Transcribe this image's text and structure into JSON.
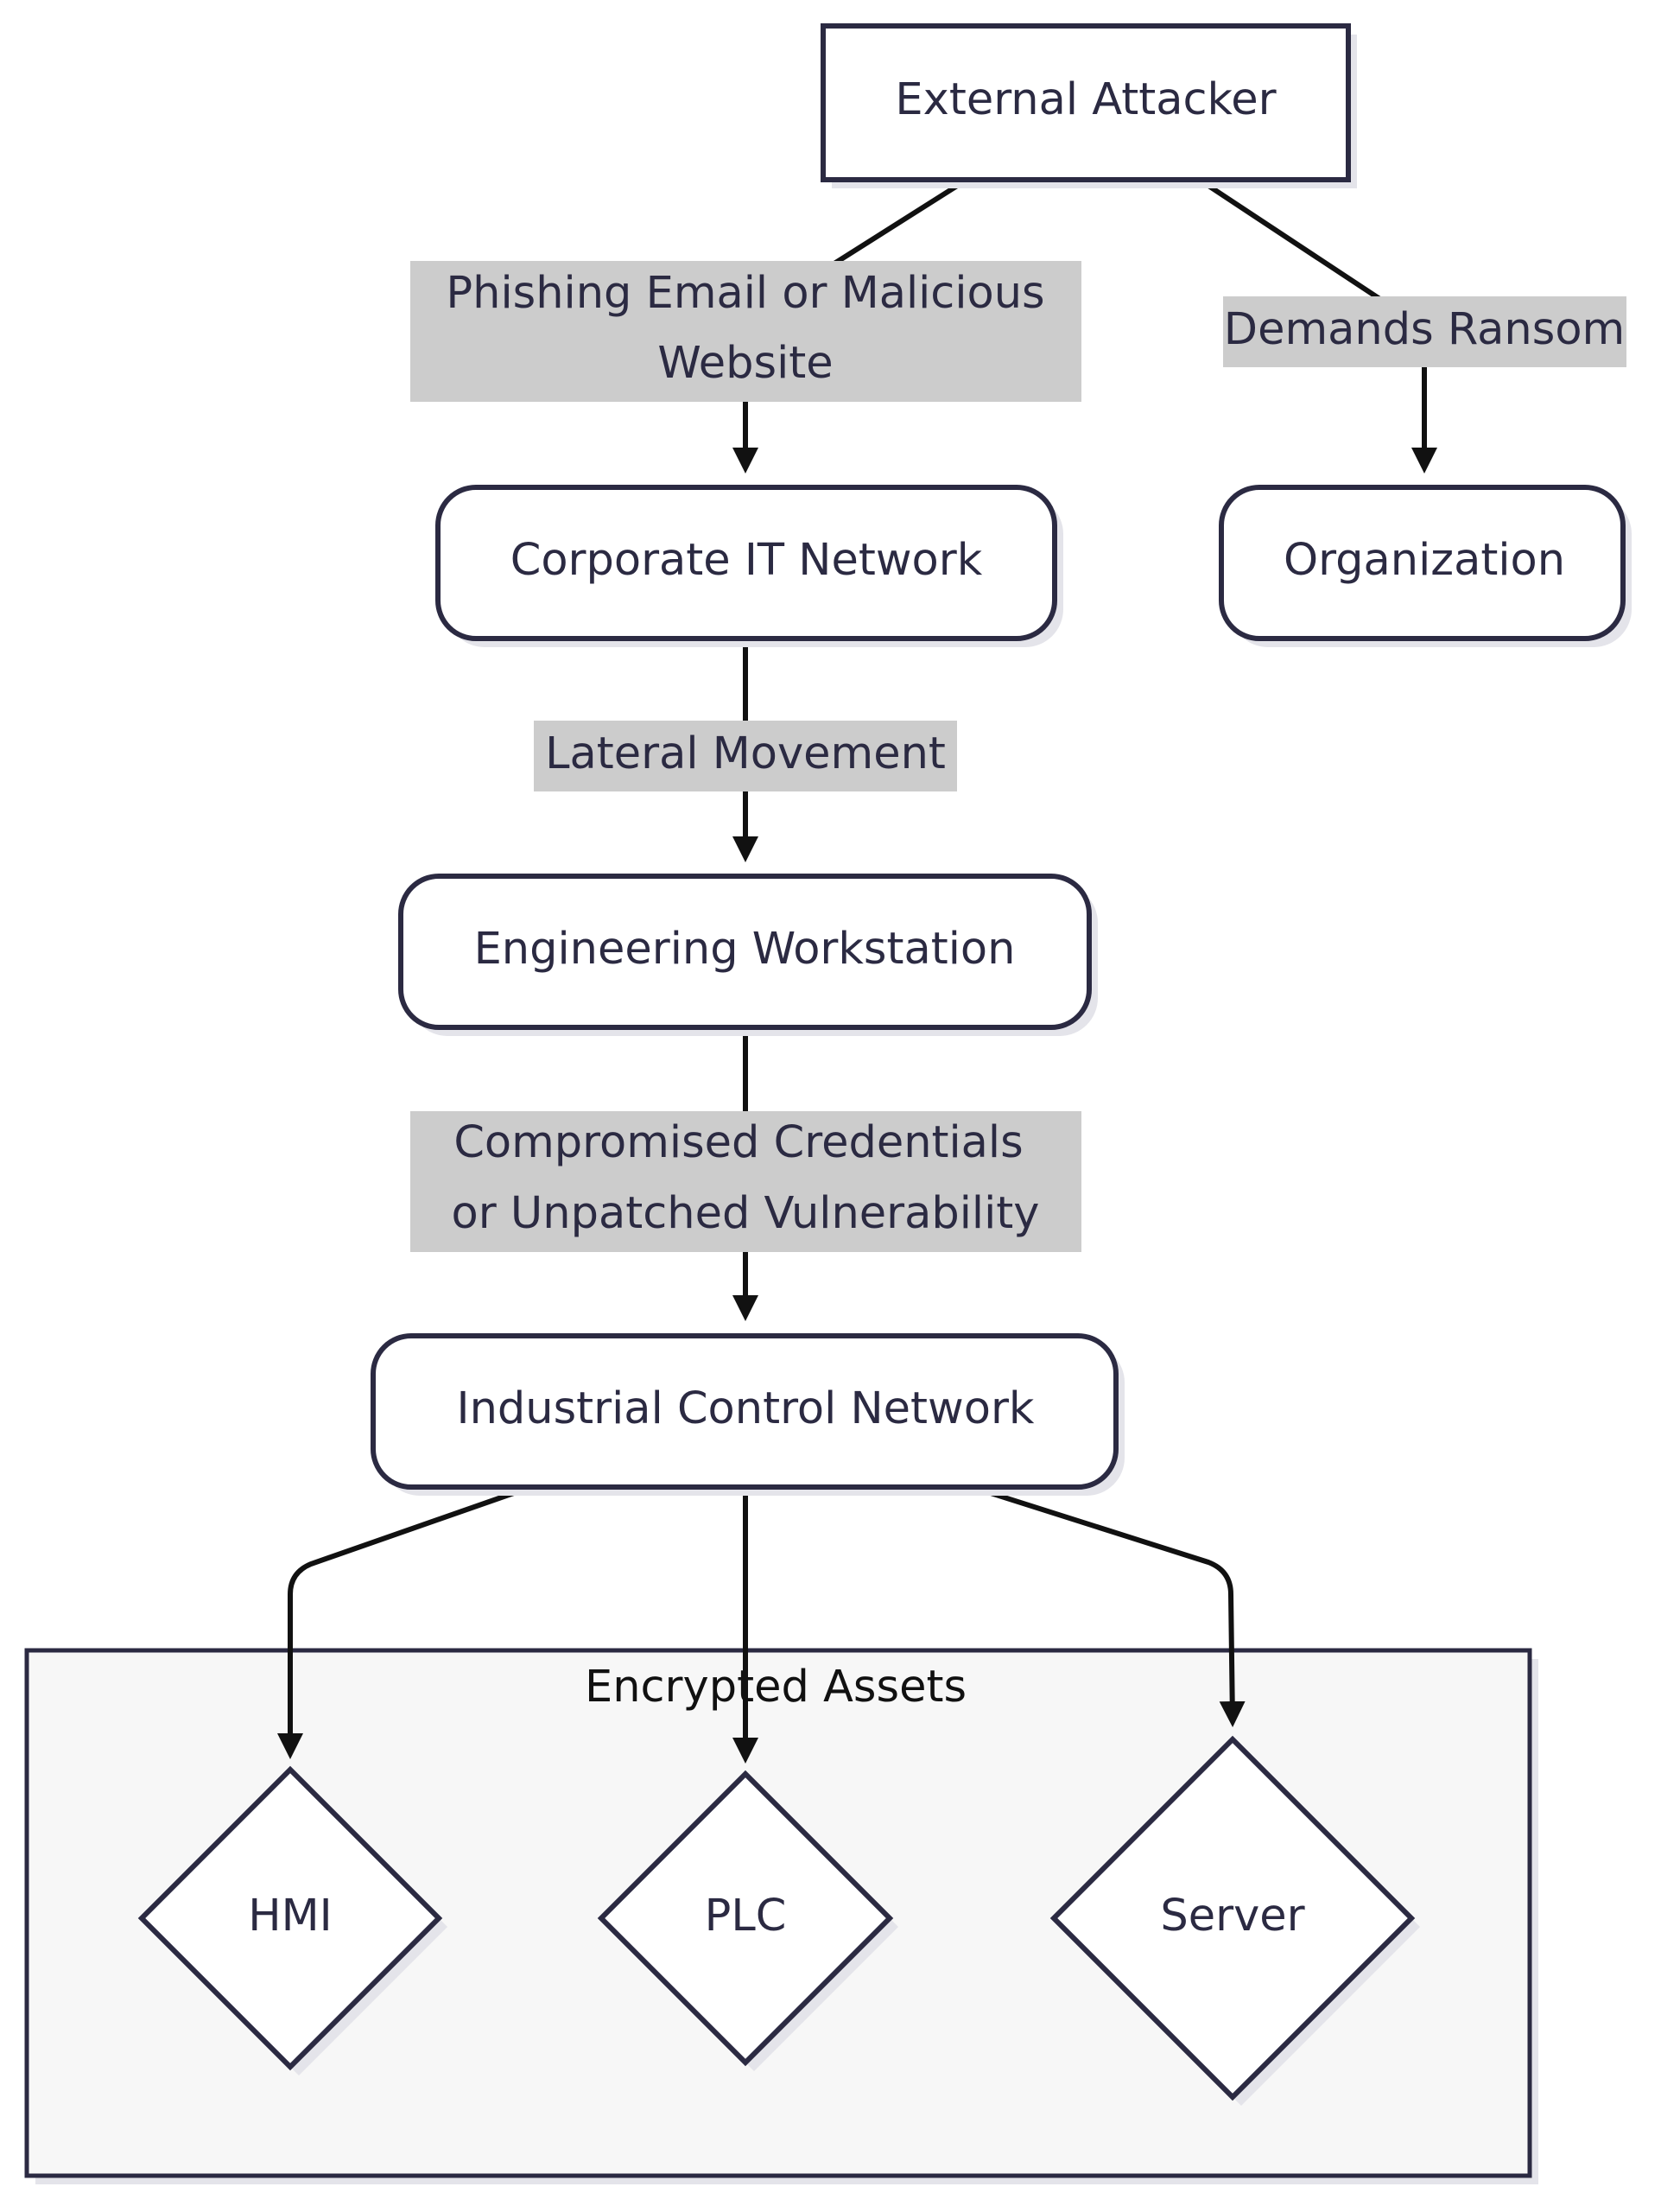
{
  "diagram": {
    "colors": {
      "node_stroke": "#2b2a42",
      "node_fill": "#ffffff",
      "shadow": "#e4e4ea",
      "edge": "#111111",
      "label_bg": "#cccccc",
      "cluster_fill": "#f7f7f7",
      "text": "#2b2a42"
    },
    "nodes": {
      "external_attacker": "External Attacker",
      "corporate_it_network": "Corporate IT Network",
      "organization": "Organization",
      "engineering_workstation": "Engineering Workstation",
      "industrial_control_network": "Industrial Control Network",
      "hmi": "HMI",
      "plc": "PLC",
      "server": "Server"
    },
    "cluster": {
      "title": "Encrypted Assets"
    },
    "edges": {
      "phishing": {
        "line1": "Phishing Email or Malicious",
        "line2": "Website"
      },
      "ransom": "Demands Ransom",
      "lateral": "Lateral Movement",
      "credentials": {
        "line1": "Compromised Credentials",
        "line2": "or Unpatched Vulnerability"
      }
    }
  }
}
